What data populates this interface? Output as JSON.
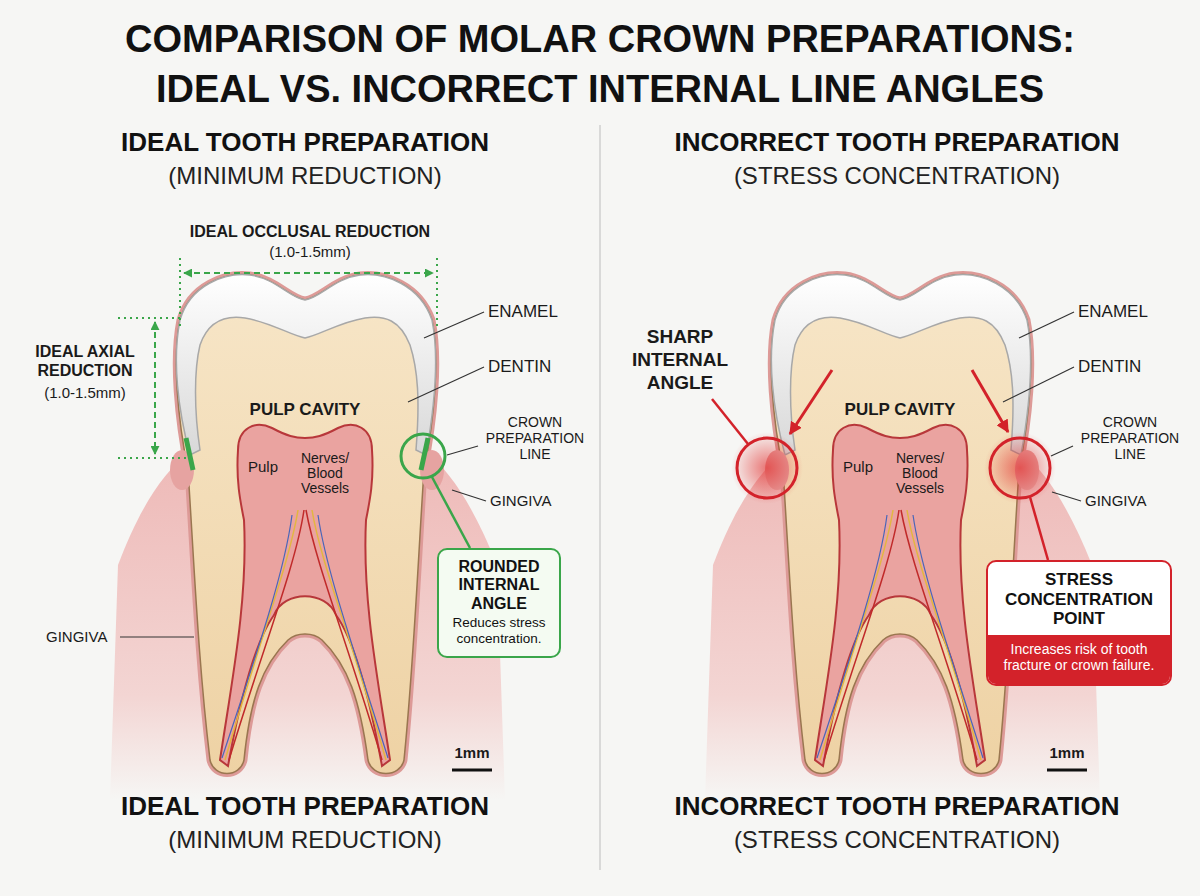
{
  "diagram": {
    "title": "COMPARISON OF MOLAR CROWN PREPARATIONS: IDEAL VS. INCORRECT INTERNAL LINE ANGLES",
    "nodes": [
      {
        "text": [
          "ROUNDED INTERNAL ANGLE",
          "Reduces stress concentration."
        ]
      },
      {
        "text": [
          "STRESS CONCENTRATION POINT",
          "Increases risk of tooth fracture or crown failure."
        ]
      }
    ],
    "labels": [
      "IDEAL TOOTH PREPARATION",
      "(MINIMUM REDUCTION)",
      "INCORRECT TOOTH PREPARATION",
      "(STRESS CONCENTRATION)",
      "IDEAL OCCLUSAL REDUCTION",
      "(1.0-1.5mm)",
      "IDEAL AXIAL REDUCTION",
      "(1.0-1.5mm)",
      "ENAMEL",
      "DENTIN",
      "PULP CAVITY",
      "Pulp",
      "Nerves/ Blood Vessels",
      "CROWN PREPARATION LINE",
      "GINGIVA",
      "GINGIVA",
      "1mm",
      "SHARP INTERNAL ANGLE",
      "ENAMEL",
      "DENTIN",
      "PULP CAVITY",
      "Pulp",
      "Nerves/ Blood Vessels",
      "CROWN PREPARATION LINE",
      "GINGIVA",
      "1mm",
      "IDEAL TOOTH PREPARATION",
      "(MINIMUM REDUCTION)",
      "INCORRECT TOOTH PREPARATION",
      "(STRESS CONCENTRATION)"
    ]
  }
}
